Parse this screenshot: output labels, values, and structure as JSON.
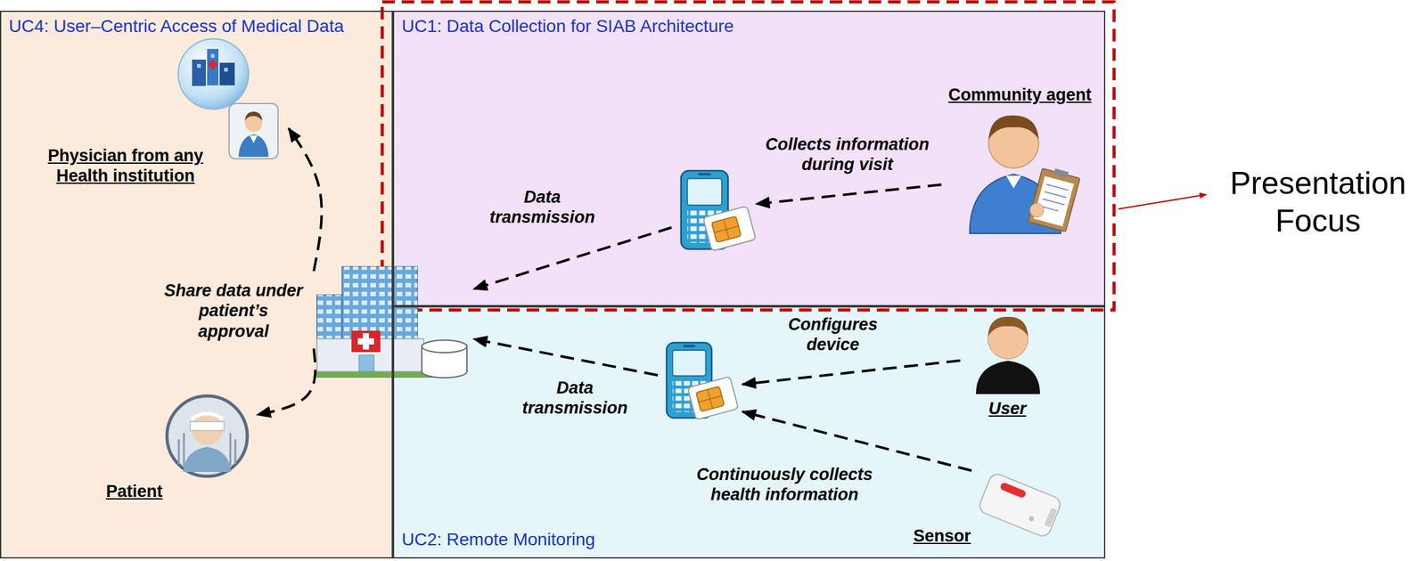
{
  "diagram": {
    "nodes": [
      {
        "text": [
          "UC4: User–Centric Access of Medical Data"
        ]
      },
      {
        "text": [
          "Physician from any Health institution"
        ],
        "in": 0
      },
      {
        "text": []
      },
      {
        "text": [
          "Patient"
        ],
        "in": 0
      },
      {
        "text": [
          "UC1: Data Collection for SIAB Architecture"
        ]
      },
      {
        "text": [
          "Community agent"
        ],
        "in": 4
      },
      {
        "text": [],
        "in": 4
      },
      {
        "text": [
          "UC2: Remote Monitoring"
        ]
      },
      {
        "text": [
          "User"
        ],
        "in": 7
      },
      {
        "text": [],
        "in": 7
      },
      {
        "text": [
          "Sensor"
        ],
        "in": 7
      }
    ],
    "edges": [
      {
        "from": 5,
        "to": 6,
        "label": "Collects information during visit",
        "arrow": "to"
      },
      {
        "from": 6,
        "to": 2,
        "label": "Data transmission",
        "arrow": "to"
      },
      {
        "from": 8,
        "to": 9,
        "label": "Configures device",
        "arrow": "to"
      },
      {
        "from": 10,
        "to": 9,
        "label": "Continuously collects health information",
        "arrow": "to"
      },
      {
        "from": 9,
        "to": 2,
        "label": "Data transmission",
        "arrow": "to"
      },
      {
        "from": 2,
        "to": 1,
        "label": "Share data under patient’s approval",
        "arrow": "to"
      },
      {
        "from": 2,
        "to": 3,
        "arrow": "to"
      }
    ],
    "labels": [
      "Presentation Focus"
    ]
  }
}
